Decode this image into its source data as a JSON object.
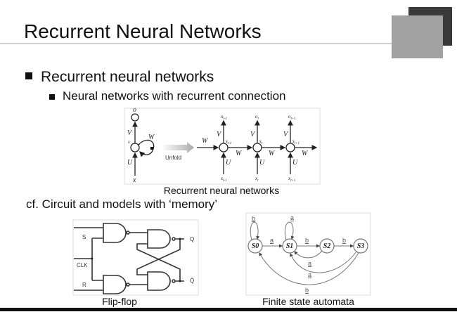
{
  "title": "Recurrent Neural Networks",
  "bullets": [
    {
      "text": "Recurrent neural networks"
    },
    {
      "text": "Neural networks with recurrent connection"
    }
  ],
  "rnn_figure": {
    "caption": "Recurrent neural networks",
    "unfold_label": "Unfold",
    "folded": {
      "o": "o",
      "v": "V",
      "s": "s",
      "w": "W",
      "u": "U",
      "x": "x"
    },
    "unfolded": {
      "o": [
        "o",
        "o",
        "o"
      ],
      "o_sub": [
        "t-1",
        "t",
        "t+1"
      ],
      "s": [
        "s",
        "s",
        "s"
      ],
      "s_sub": [
        "t-1",
        "t",
        "t+1"
      ],
      "x": [
        "x",
        "x",
        "x"
      ],
      "x_sub": [
        "t-1",
        "t",
        "t+1"
      ],
      "v": "V",
      "u": "U",
      "w": "W"
    }
  },
  "cf_text": "cf. Circuit and models with ‘memory’",
  "flipflop": {
    "caption": "Flip-flop",
    "labels": {
      "s": "S",
      "clk": "CLK",
      "r": "R",
      "q": "Q",
      "qbar": "Q̄"
    }
  },
  "fsa": {
    "caption": "Finite state automata",
    "states": [
      "S0",
      "S1",
      "S2",
      "S3"
    ],
    "transitions": {
      "s0_self": "b",
      "s0_s1": "a",
      "s1_self": "a",
      "s1_s2": "b",
      "s2_s3": "b",
      "s2_s1": "a",
      "s3_s1": "a",
      "s3_s0": "b"
    }
  },
  "colors": {
    "dark_square": "#3a3a3a",
    "gray_square": "#a2a2a2",
    "title_line": "#cfcfcf"
  }
}
